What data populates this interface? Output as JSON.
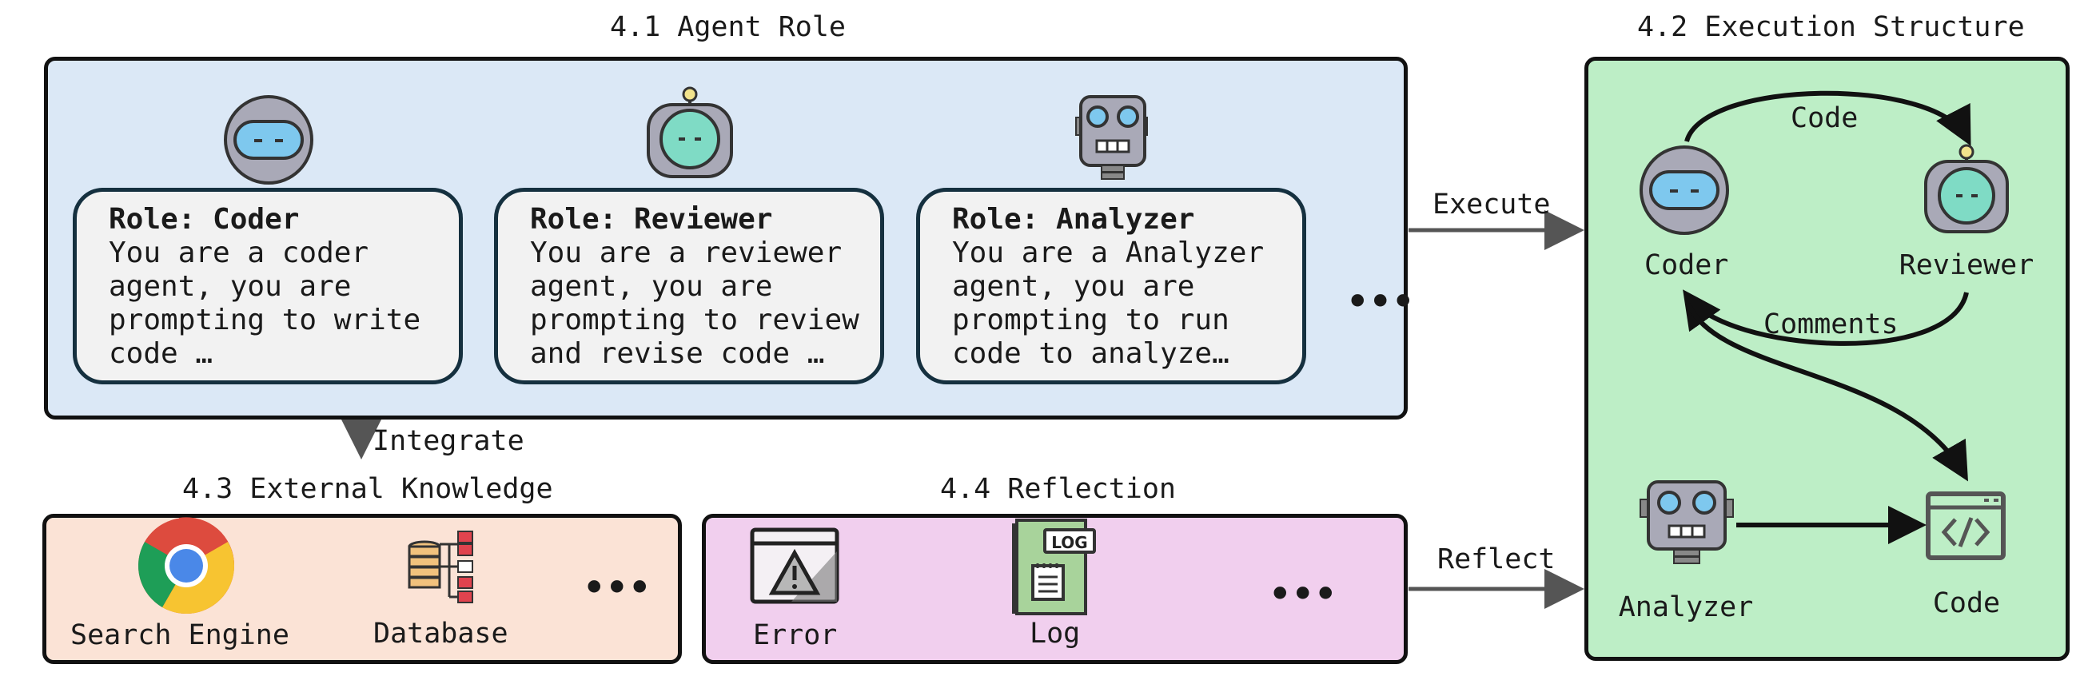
{
  "sections": {
    "agent_role": "4.1 Agent Role",
    "execution_structure": "4.2 Execution Structure",
    "external_knowledge": "4.3 External Knowledge",
    "reflection": "4.4 Reflection"
  },
  "roles": [
    {
      "title": "Role: Coder",
      "desc": "You are a coder\nagent, you are\nprompting to write\ncode …",
      "icon": "coder-robot-icon"
    },
    {
      "title": "Role: Reviewer",
      "desc": "You are a reviewer\nagent, you are\nprompting to review\nand revise code …",
      "icon": "reviewer-robot-icon"
    },
    {
      "title": "Role: Analyzer",
      "desc": "You are a Analyzer\nagent, you are\nprompting to run\ncode to analyze…",
      "icon": "analyzer-robot-icon"
    }
  ],
  "ellipsis": "•••",
  "arrows": {
    "execute": "Execute",
    "integrate": "Integrate",
    "reflect": "Reflect"
  },
  "execution": {
    "coder": "Coder",
    "reviewer": "Reviewer",
    "analyzer": "Analyzer",
    "code": "Code",
    "edge_code": "Code",
    "edge_comments": "Comments"
  },
  "knowledge": {
    "search_engine": "Search Engine",
    "database": "Database"
  },
  "reflection": {
    "error": "Error",
    "log": "Log",
    "log_badge": "LOG"
  },
  "colors": {
    "agent_panel": "#dbe8f6",
    "execution_panel": "#bdeec6",
    "knowledge_panel": "#fbe3d6",
    "reflection_panel": "#f1cfee",
    "card": "#f2f2f2",
    "arrow": "#555555"
  }
}
